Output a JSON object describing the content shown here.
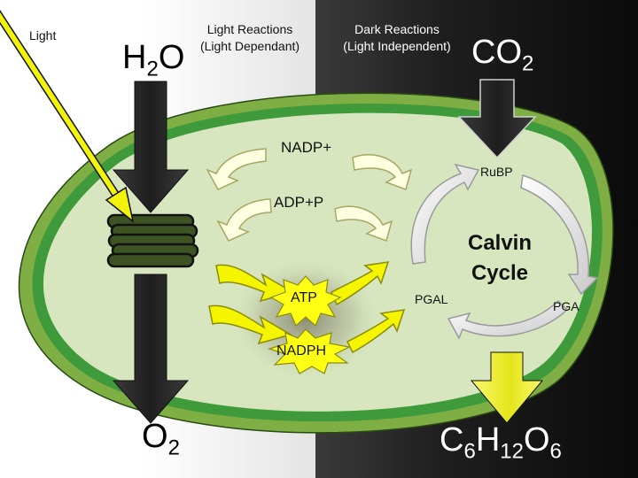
{
  "labels": {
    "light": "Light",
    "light_reactions_title": "Light  Reactions",
    "light_reactions_sub": "(Light Dependant)",
    "dark_reactions_title": "Dark   Reactions",
    "dark_reactions_sub": "(Light Independent)",
    "water": {
      "base": "H",
      "sub": "2",
      "tail": "O"
    },
    "oxygen": {
      "base": "O",
      "sub": "2"
    },
    "carbon_dioxide": {
      "base": "CO",
      "sub": "2"
    },
    "glucose": {
      "c": "C",
      "c_sub": "6",
      "h": "H",
      "h_sub": "12",
      "o": "O",
      "o_sub": "6"
    },
    "nadp_plus": "NADP+",
    "adp_p": "ADP+P",
    "atp": "ATP",
    "nadph": "NADPH",
    "rubp": "RuBP",
    "pga": "PGA",
    "pgal": "PGAL",
    "calvin_line1": "Calvin",
    "calvin_line2": "Cycle"
  },
  "colors": {
    "chloroplast_fill": "#d7e6be",
    "chloroplast_outer": "#7fae45",
    "chloroplast_inner": "#3e9a3a",
    "thylakoid": "#3d5323",
    "light_ray": "#f2f20a",
    "product_arrow": "#f5f500",
    "flow_arrow": "#2b2b2b",
    "burst": "#ffff14"
  }
}
